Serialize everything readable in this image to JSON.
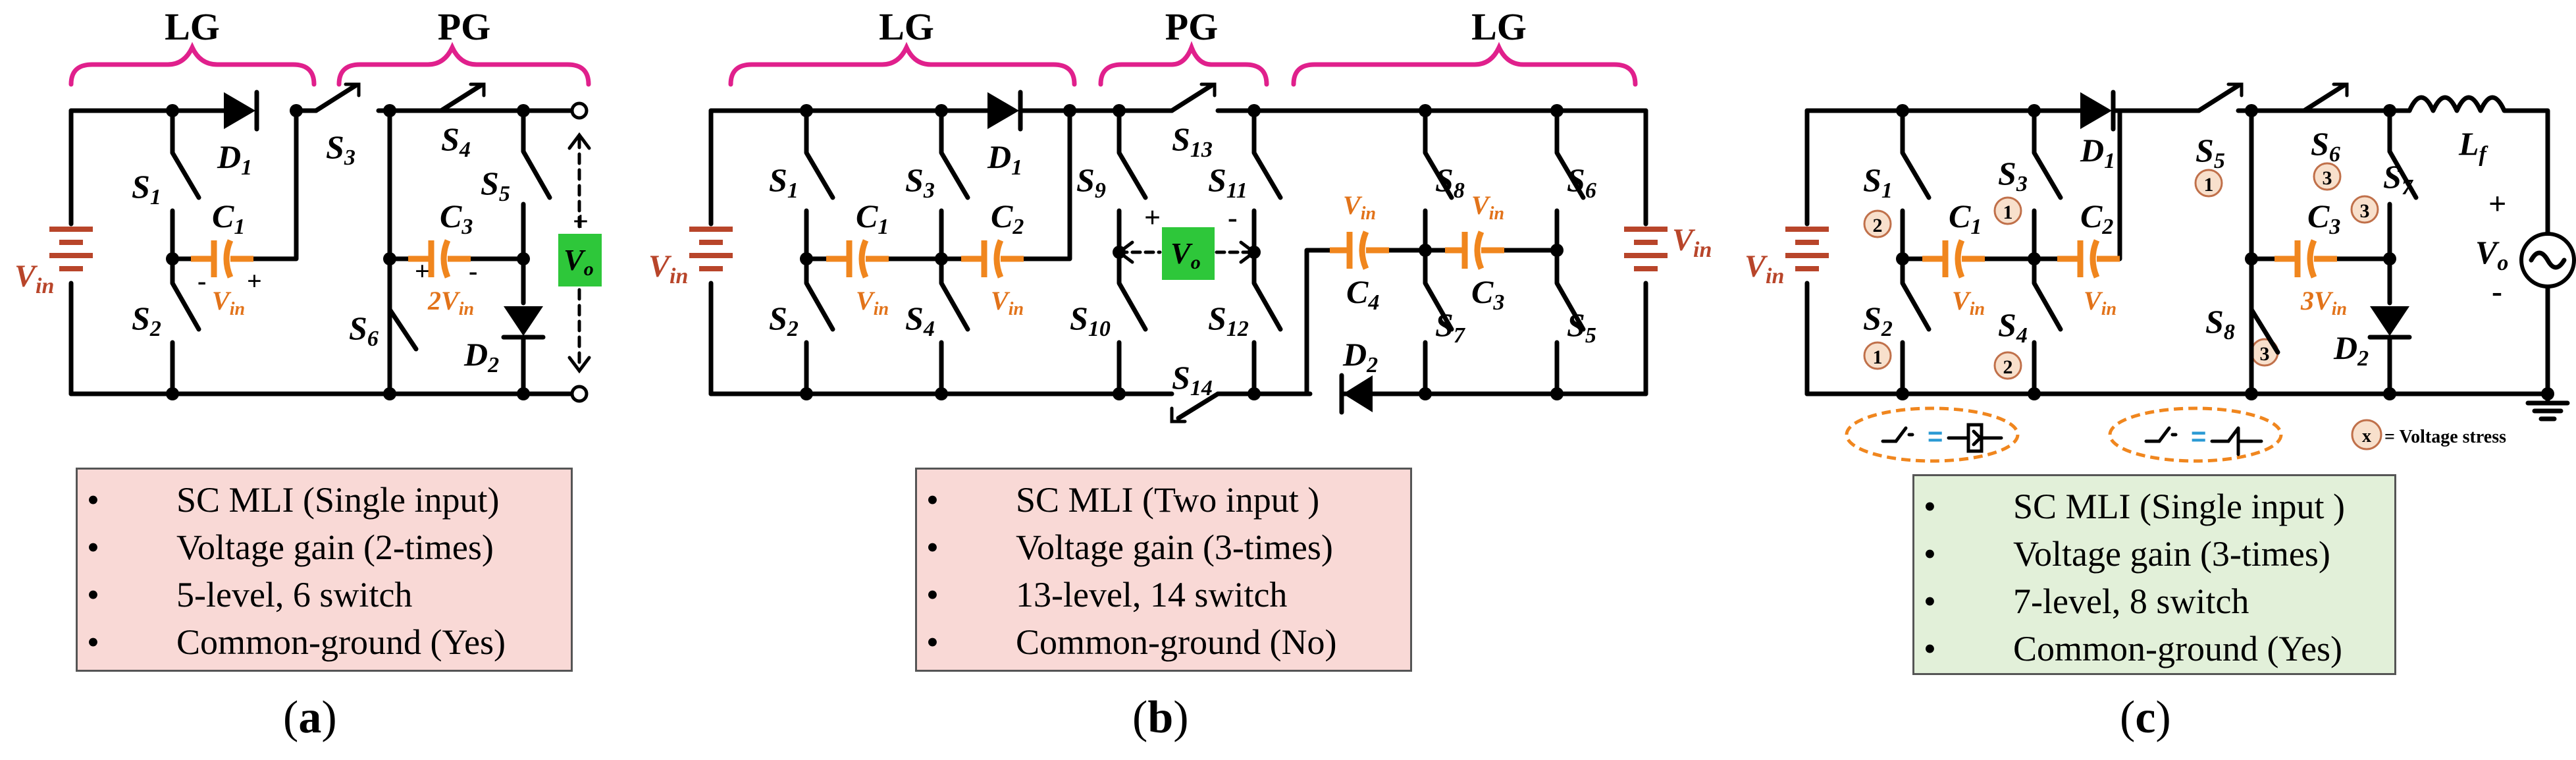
{
  "panel_a": {
    "group_labels": [
      "LG",
      "PG"
    ],
    "switches": [
      "S",
      "S",
      "S",
      "S",
      "S",
      "S"
    ],
    "switch_subs": [
      "1",
      "2",
      "3",
      "4",
      "5",
      "6"
    ],
    "diodes": [
      "D1",
      "D2"
    ],
    "caps": [
      "C1",
      "C3"
    ],
    "cap_voltages": [
      "V",
      "2V"
    ],
    "source": "V",
    "source_sub": "in",
    "output": "V",
    "output_sub": "o",
    "features": [
      "SC MLI (Single input)",
      "Voltage gain (2-times)",
      "5-level, 6 switch",
      "Common-ground (Yes)"
    ],
    "caption_letter": "a"
  },
  "panel_b": {
    "group_labels": [
      "LG",
      "PG",
      "LG"
    ],
    "caps": [
      "C1",
      "C2",
      "C3",
      "C4"
    ],
    "diodes": [
      "D1",
      "D2"
    ],
    "source": "V",
    "source_sub": "in",
    "output": "V",
    "output_sub": "o",
    "features": [
      "SC MLI (Two input )",
      "Voltage gain (3-times)",
      "13-level, 14 switch",
      "Common-ground (No)"
    ],
    "caption_letter": "b"
  },
  "panel_c": {
    "inductor": "L",
    "inductor_sub": "f",
    "output": "V",
    "output_sub": "o",
    "cap_c3_voltage": "3V",
    "legend_symbol": "x",
    "legend_text": "= Voltage stress",
    "equals": "=",
    "features": [
      "SC MLI (Single input )",
      "Voltage gain (3-times)",
      "7-level, 8 switch",
      "Common-ground (Yes)"
    ],
    "caption_letter": "c"
  },
  "colors": {
    "brace": "#e0208c",
    "capacitor": "#f0861e",
    "source": "#b8452a",
    "output_box": "#2ec73a",
    "box_a_fill": "#f9d9d6",
    "box_b_fill": "#f9d9d6",
    "box_c_fill": "#e2f0d9",
    "stress_circle": "#f8e0cc"
  }
}
